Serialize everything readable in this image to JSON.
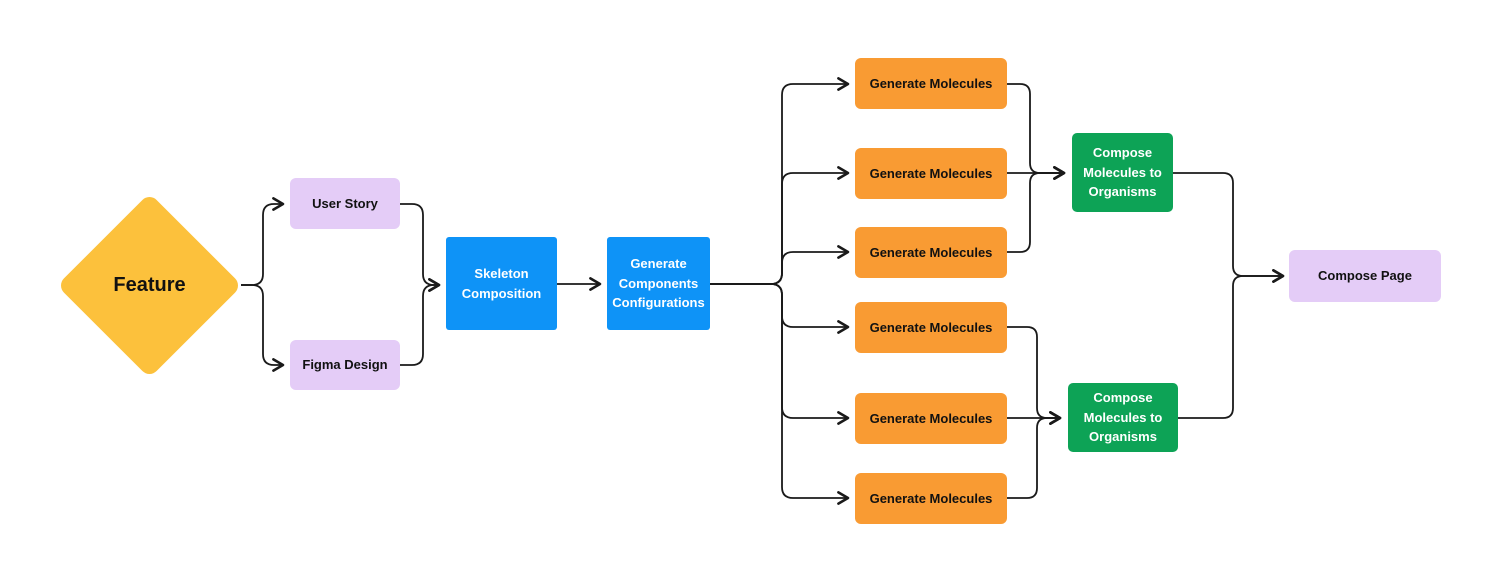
{
  "diagram": {
    "type": "flowchart",
    "background": "#ffffff",
    "colors": {
      "yellow": "#FCC13C",
      "lavender": "#E4CCF7",
      "blue": "#0E93F7",
      "orange": "#F99B33",
      "green": "#0DA356",
      "line": "#1a1a1a",
      "text-dark": "#111111",
      "text-light": "#ffffff"
    },
    "nodes": {
      "feature": {
        "label": "Feature",
        "shape": "diamond",
        "color": "yellow"
      },
      "user_story": {
        "label": "User Story",
        "shape": "rect",
        "color": "lavender"
      },
      "figma_design": {
        "label": "Figma Design",
        "shape": "rect",
        "color": "lavender"
      },
      "skeleton_composition": {
        "label": "Skeleton Composition",
        "shape": "rect",
        "color": "blue"
      },
      "generate_components_configurations": {
        "label": "Generate Components Configurations",
        "shape": "rect",
        "color": "blue"
      },
      "generate_molecules": {
        "label": "Generate Molecules",
        "shape": "rect",
        "color": "orange",
        "count": 6
      },
      "compose_molecules_to_organisms": {
        "label": "Compose Molecules to Organisms",
        "shape": "rect",
        "color": "green",
        "count": 2
      },
      "compose_page": {
        "label": "Compose Page",
        "shape": "rect",
        "color": "lavender"
      }
    },
    "edges": [
      {
        "from": "feature",
        "to": "user_story"
      },
      {
        "from": "feature",
        "to": "figma_design"
      },
      {
        "from": "user_story",
        "to": "skeleton_composition"
      },
      {
        "from": "figma_design",
        "to": "skeleton_composition"
      },
      {
        "from": "skeleton_composition",
        "to": "generate_components_configurations"
      },
      {
        "from": "generate_components_configurations",
        "to": "generate_molecules_1"
      },
      {
        "from": "generate_components_configurations",
        "to": "generate_molecules_2"
      },
      {
        "from": "generate_components_configurations",
        "to": "generate_molecules_3"
      },
      {
        "from": "generate_components_configurations",
        "to": "generate_molecules_4"
      },
      {
        "from": "generate_components_configurations",
        "to": "generate_molecules_5"
      },
      {
        "from": "generate_components_configurations",
        "to": "generate_molecules_6"
      },
      {
        "from": "generate_molecules_1",
        "to": "compose_molecules_to_organisms_top"
      },
      {
        "from": "generate_molecules_2",
        "to": "compose_molecules_to_organisms_top"
      },
      {
        "from": "generate_molecules_3",
        "to": "compose_molecules_to_organisms_top"
      },
      {
        "from": "generate_molecules_4",
        "to": "compose_molecules_to_organisms_bottom"
      },
      {
        "from": "generate_molecules_5",
        "to": "compose_molecules_to_organisms_bottom"
      },
      {
        "from": "generate_molecules_6",
        "to": "compose_molecules_to_organisms_bottom"
      },
      {
        "from": "compose_molecules_to_organisms_top",
        "to": "compose_page"
      },
      {
        "from": "compose_molecules_to_organisms_bottom",
        "to": "compose_page"
      }
    ]
  }
}
